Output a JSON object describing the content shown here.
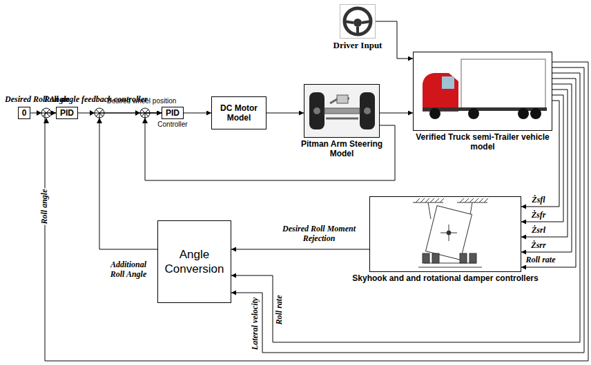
{
  "diagram": {
    "nodes": [
      {
        "text": [
          "Desired Roll Angle",
          "0"
        ]
      },
      {
        "text": [
          "Roll angle feedback controller",
          "PID"
        ]
      },
      {
        "text": [
          "PID",
          "Controller"
        ]
      },
      {
        "text": [
          "DC Motor Model"
        ]
      },
      {
        "text": [
          "Pitman Arm Steering Model"
        ]
      },
      {
        "text": [
          "Driver Input"
        ]
      },
      {
        "text": [
          "Verified Truck semi-Trailer vehicle model"
        ]
      },
      {
        "text": [
          "Skyhook and and rotational damper controllers"
        ]
      },
      {
        "text": [
          "Angle Conversion"
        ]
      }
    ],
    "edges": [
      {
        "from": 0,
        "to": 1,
        "arrow": "to"
      },
      {
        "from": 1,
        "to": 2,
        "arrow": "to"
      },
      {
        "from": 2,
        "to": 3,
        "arrow": "to"
      },
      {
        "from": 3,
        "to": 4,
        "arrow": "to"
      },
      {
        "from": 4,
        "to": 6,
        "arrow": "to"
      },
      {
        "from": 5,
        "to": 6,
        "arrow": "to"
      },
      {
        "from": 4,
        "to": 2,
        "arrow": "to"
      },
      {
        "from": 6,
        "to": 7,
        "label": "Żsfl",
        "arrow": "to"
      },
      {
        "from": 6,
        "to": 7,
        "label": "Żsfr",
        "arrow": "to"
      },
      {
        "from": 6,
        "to": 7,
        "label": "Żsrl",
        "arrow": "to"
      },
      {
        "from": 6,
        "to": 7,
        "label": "Żsrr",
        "arrow": "to"
      },
      {
        "from": 6,
        "to": 7,
        "label": "Roll rate",
        "arrow": "to"
      },
      {
        "from": 7,
        "to": 8,
        "label": "Desired Roll Moment Rejection",
        "arrow": "to"
      },
      {
        "from": 8,
        "to": 2,
        "label": "Additional Roll Angle",
        "arrow": "to"
      },
      {
        "from": 6,
        "to": 8,
        "label": "Roll rate",
        "arrow": "to"
      },
      {
        "from": 6,
        "to": 8,
        "label": "Lateral velocity",
        "arrow": "to"
      },
      {
        "from": 6,
        "to": 1,
        "label": "Roll angle",
        "arrow": "to"
      }
    ],
    "labels": [
      "Desired wheel position"
    ]
  }
}
